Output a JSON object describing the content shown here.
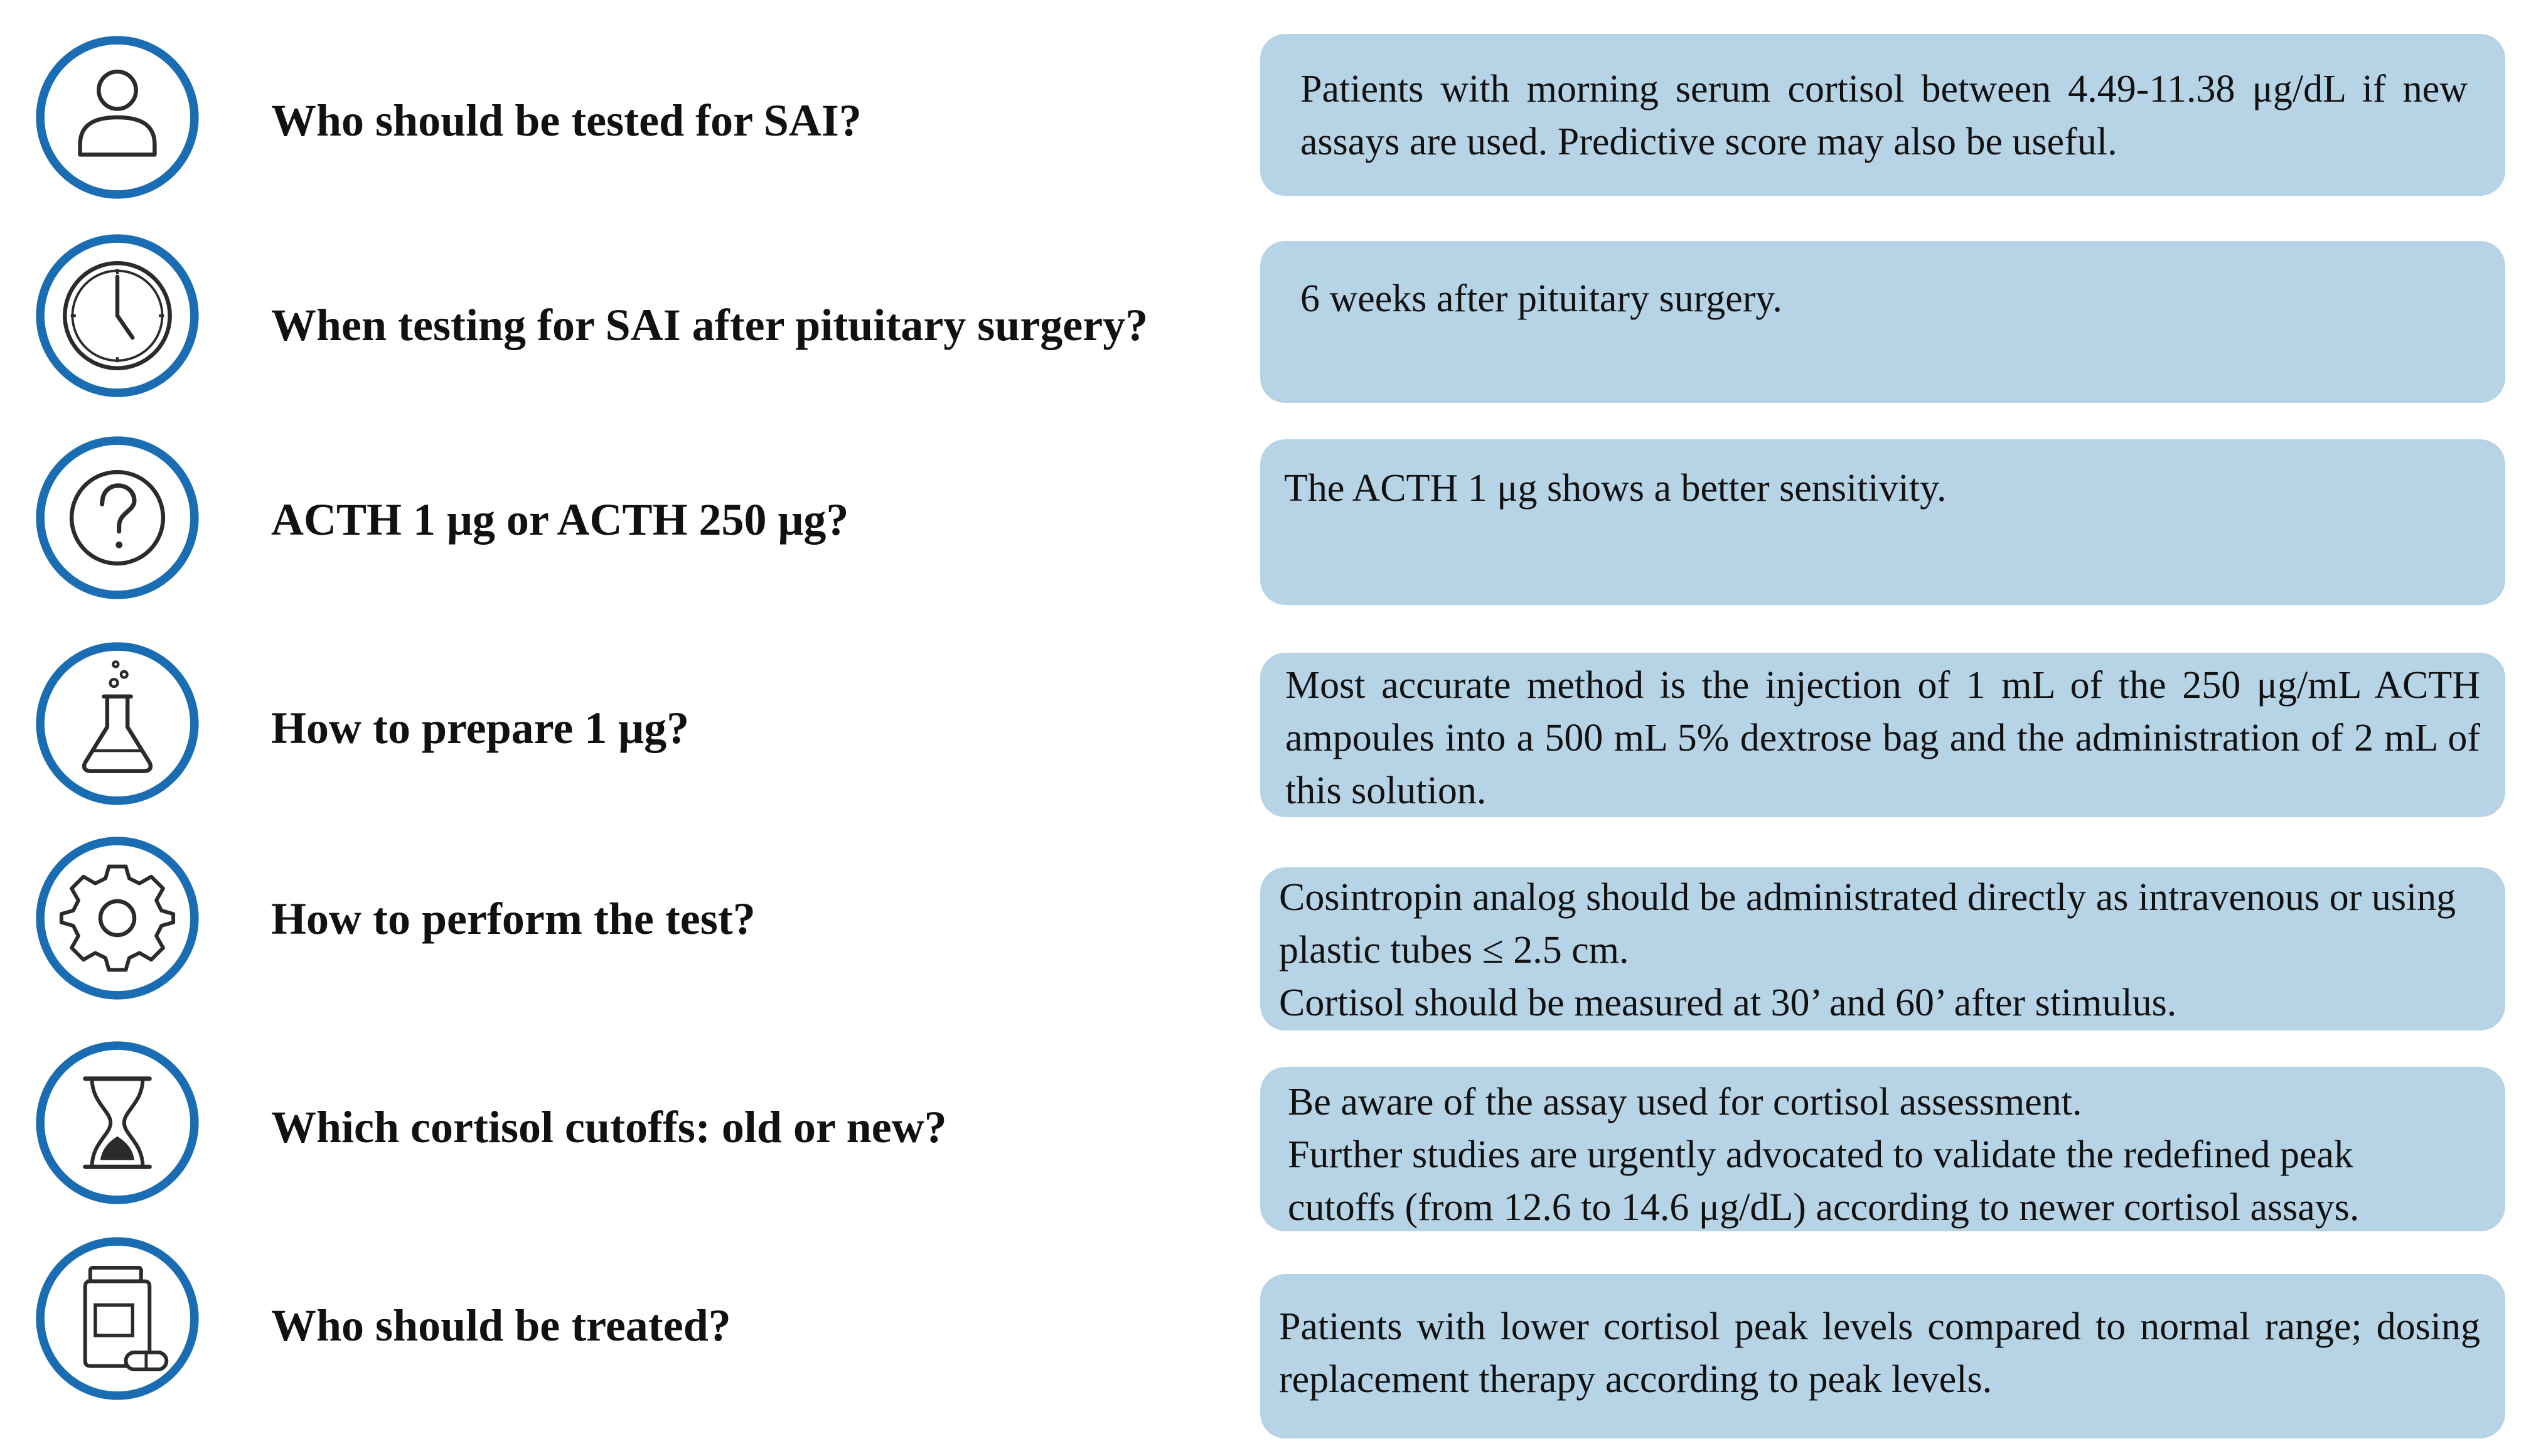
{
  "colors": {
    "icon_ring": "#1a6db3",
    "icon_stroke": "#2b2b2b",
    "answer_box": "#b7d4e6"
  },
  "rows": [
    {
      "icon": "person-icon",
      "question": "Who should be tested for SAI?",
      "answer": [
        "Patients with morning serum cortisol between 4.49-11.38 μg/dL if new assays are used. Predictive score may also be useful."
      ]
    },
    {
      "icon": "clock-icon",
      "question": "When testing for SAI after pituitary surgery?",
      "answer": [
        "6 weeks after pituitary surgery."
      ]
    },
    {
      "icon": "question-mark-icon",
      "question": "ACTH 1 μg or ACTH 250 μg?",
      "answer": [
        "The ACTH 1 μg shows a better sensitivity."
      ]
    },
    {
      "icon": "flask-icon",
      "question": "How to prepare 1 μg?",
      "answer": [
        "Most accurate method is the injection of 1 mL of the 250 μg/mL ACTH ampoules into a 500 mL 5% dextrose bag and the administration of 2 mL of this solution."
      ]
    },
    {
      "icon": "gear-icon",
      "question": "How to perform the test?",
      "answer": [
        "Cosintropin analog should be administrated directly as intravenous or using plastic tubes ≤ 2.5 cm.",
        "Cortisol should be measured at 30’ and 60’ after stimulus."
      ]
    },
    {
      "icon": "hourglass-icon",
      "question": "Which cortisol cutoffs: old or new?",
      "answer": [
        "Be aware of the assay used for cortisol assessment.",
        "Further studies are urgently advocated to validate the redefined peak cutoffs (from 12.6 to 14.6 μg/dL) according to newer cortisol assays."
      ]
    },
    {
      "icon": "medicine-bottle-icon",
      "question": "Who should be treated?",
      "answer": [
        "Patients with lower cortisol peak levels compared to normal range; dosing replacement therapy according to peak levels."
      ]
    }
  ]
}
